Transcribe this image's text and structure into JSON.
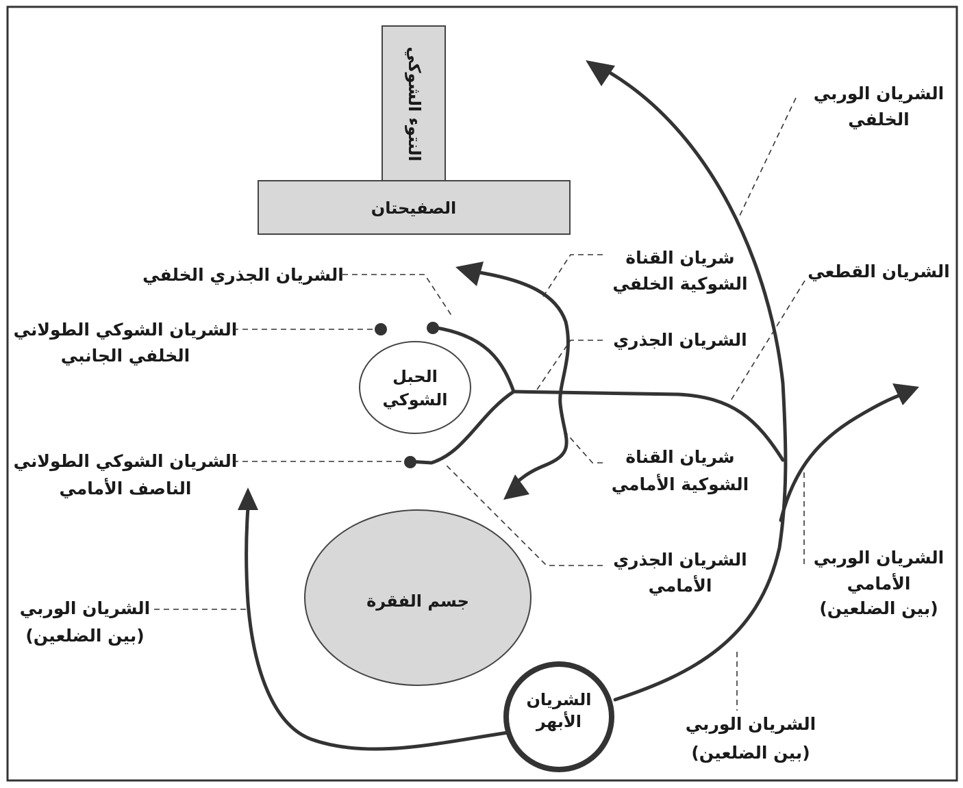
{
  "structures": {
    "spinous_process": "النتوء الشوكي",
    "laminae": "الصفيحتان",
    "spinal_cord_line1": "الحبل",
    "spinal_cord_line2": "الشوكي",
    "vertebral_body": "جسم الفقرة",
    "aorta_line1": "الشريان",
    "aorta_line2": "الأبهر"
  },
  "labels": {
    "posterior_intercostal_1": "الشريان الوربي",
    "posterior_intercostal_2": "الخلفي",
    "segmental": "الشريان القطعي",
    "posterior_canal_1": "شريان القناة",
    "posterior_canal_2": "الشوكية الخلفي",
    "radicular": "الشريان الجذري",
    "anterior_canal_1": "شريان القناة",
    "anterior_canal_2": "الشوكية الأمامي",
    "anterior_radicular_1": "الشريان الجذري",
    "anterior_radicular_2": "الأمامي",
    "posterior_radicular": "الشريان الجذري الخلفي",
    "posterolateral_spinal_1": "الشريان الشوكي الطولاني",
    "posterolateral_spinal_2": "الخلفي الجانبي",
    "anterior_median_spinal_1": "الشريان الشوكي الطولاني",
    "anterior_median_spinal_2": "الناصف الأمامي",
    "left_intercostal_1": "الشريان الوربي",
    "left_intercostal_2": "(بين الضلعين)",
    "right_anterior_intercostal_1": "الشريان الوربي",
    "right_anterior_intercostal_2": "الأمامي",
    "right_anterior_intercostal_3": "(بين الضلعين)",
    "bottom_intercostal_1": "الشريان الوربي",
    "bottom_intercostal_2": "(بين الضلعين)"
  },
  "colors": {
    "line": "#333333",
    "fill_grey": "#d8d8d8",
    "border": "#444444"
  }
}
